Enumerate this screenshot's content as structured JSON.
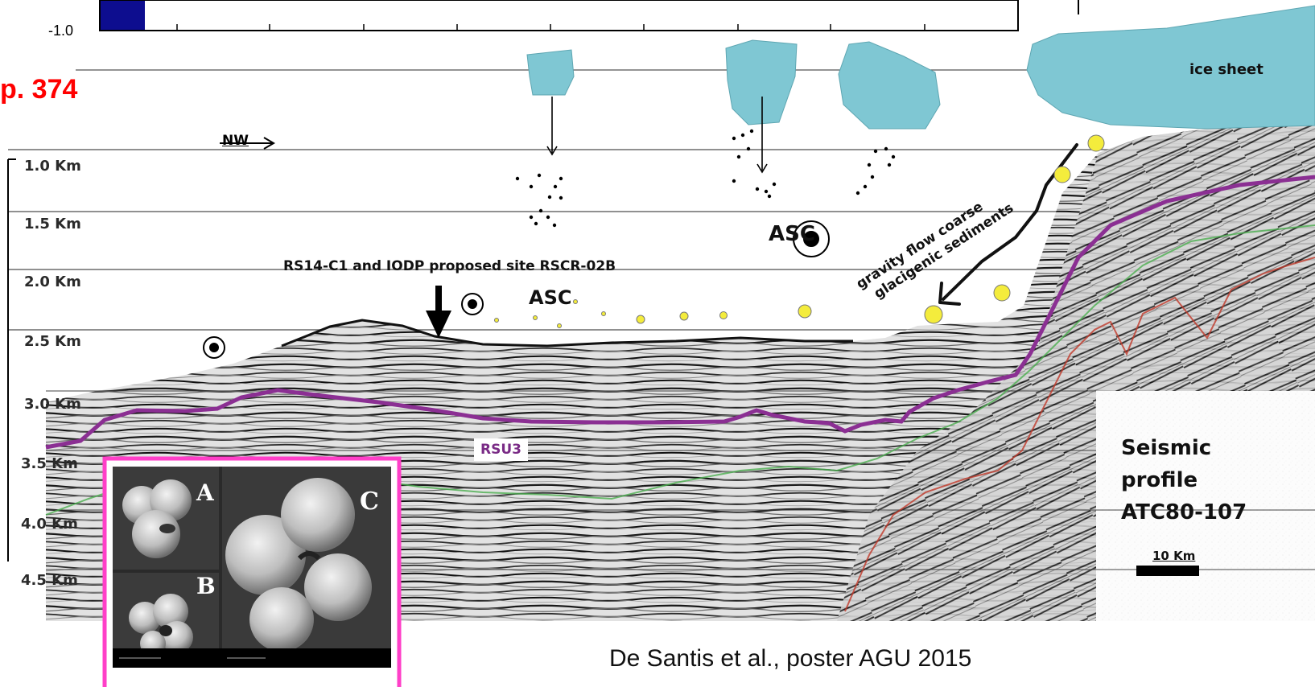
{
  "expedition_label": "p. 374",
  "colorbar_axis_label": "-1.0",
  "direction_label": "NW",
  "ice_sheet_label": "ice sheet",
  "site_label": "RS14-C1 and IODP proposed site RSCR-02B",
  "asc_labels": [
    "ASC",
    "ASC"
  ],
  "gravity_flow_label": "gravity flow coarse glacigenic sediments",
  "gravity_flow_lines": [
    "gravity flow coarse",
    "glacigenic sediments"
  ],
  "horizon_label": "RSU3",
  "depth_scale": [
    "1.0 Km",
    "1.5 Km",
    "2.0 Km",
    "2.5 Km",
    "3.0 Km",
    "3.5 Km",
    "4.0 Km",
    "4.5 Km"
  ],
  "profile_title_lines": [
    "Seismic",
    "profile",
    "ATC80-107"
  ],
  "scale_bar_label": "10 Km",
  "inset_panel_labels": [
    "A",
    "B",
    "C"
  ],
  "citation": "De Santis et al., poster AGU 2015",
  "colors": {
    "iceberg_fill": "#7fc7d3",
    "horizon_rsu3": "#8b2f93",
    "horizon_green": "#4caf50",
    "horizon_red": "#c0392b",
    "sediment_dots": "#f4ec3c",
    "inset_border": "#ff3fc8",
    "expedition_red": "#ff0000"
  }
}
